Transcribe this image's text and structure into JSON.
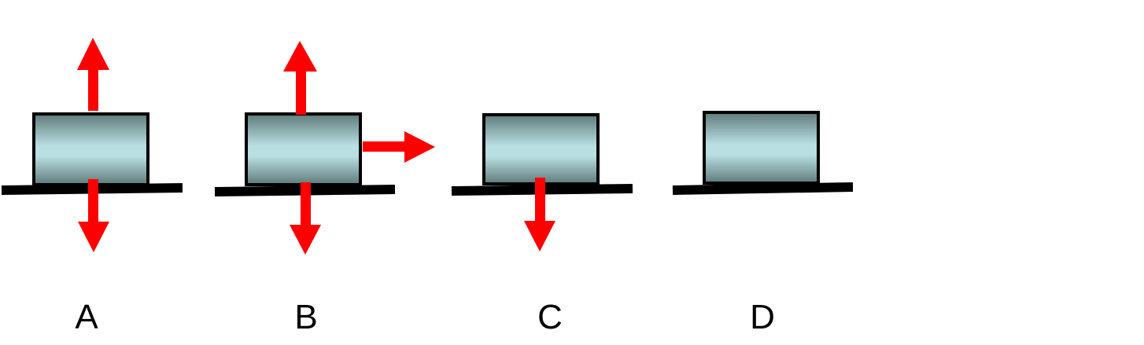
{
  "colors": {
    "arrow": "#ff0000",
    "surface": "#000000",
    "block_edge": "#5f7a7a",
    "block_center": "#b9dfe2",
    "block_outline": "#000000",
    "label": "#000000"
  },
  "options": [
    {
      "label": "A",
      "forces": [
        "up",
        "down"
      ]
    },
    {
      "label": "B",
      "forces": [
        "up",
        "down",
        "right"
      ]
    },
    {
      "label": "C",
      "forces": [
        "down"
      ]
    },
    {
      "label": "D",
      "forces": []
    }
  ]
}
